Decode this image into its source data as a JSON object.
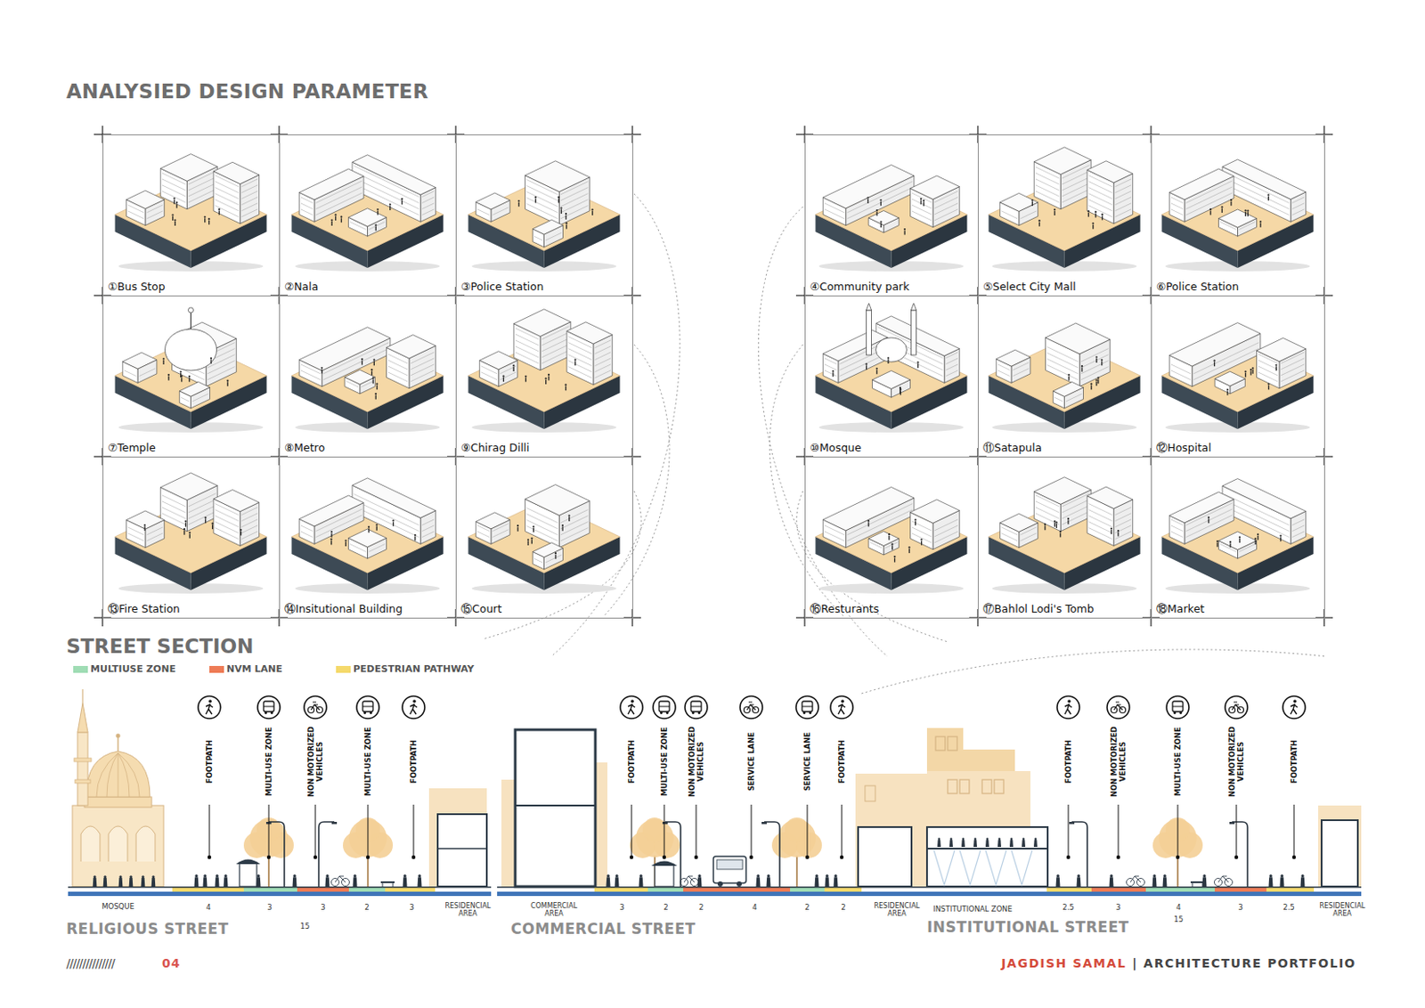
{
  "diagram": {
    "title": "ANALYSIED DESIGN PARAMETER",
    "nodes": [
      {
        "text": [
          "①Bus Stop"
        ]
      },
      {
        "text": [
          "②Nala"
        ]
      },
      {
        "text": [
          "③Police Station"
        ]
      },
      {
        "text": [
          "④Community park"
        ]
      },
      {
        "text": [
          "⑤Select City Mall"
        ]
      },
      {
        "text": [
          "⑥Police Station"
        ]
      },
      {
        "text": [
          "⑦Temple"
        ]
      },
      {
        "text": [
          "⑧Metro"
        ]
      },
      {
        "text": [
          "⑨Chirag Dilli"
        ]
      },
      {
        "text": [
          "⑩Mosque"
        ]
      },
      {
        "text": [
          "⑪Satapula"
        ]
      },
      {
        "text": [
          "⑫Hospital"
        ]
      },
      {
        "text": [
          "⑬Fire Station"
        ]
      },
      {
        "text": [
          "⑭Insitutional Building"
        ]
      },
      {
        "text": [
          "⑮Court"
        ]
      },
      {
        "text": [
          "⑯Resturants"
        ]
      },
      {
        "text": [
          "⑰Bahlol Lodi's Tomb"
        ]
      },
      {
        "text": [
          "⑱Market"
        ]
      }
    ],
    "labels": [
      "STREET SECTION",
      "FOOTPATH",
      "MULTI-USE ZONE",
      "NON MOTORIZED VEHICLES",
      "MULTI-USE ZONE",
      "FOOTPATH",
      "MOSQUE",
      "4",
      "3",
      "3",
      "2",
      "3",
      "RESIDENCIAL AREA",
      "15",
      "RELIGIOUS STREET",
      "FOOTPATH",
      "MULTI-USE ZONE",
      "NON MOTORIZED VEHICLES",
      "SERVICE LANE",
      "SERVICE LANE",
      "FOOTPATH",
      "COMMERCIAL AREA",
      "3",
      "2",
      "2",
      "4",
      "2",
      "2",
      "RESIDENCIAL AREA",
      "COMMERCIAL STREET",
      "FOOTPATH",
      "NON MOTORIZED VEHICLES",
      "MULTI-USE ZONE",
      "NON MOTORIZED VEHICLES",
      "FOOTPATH",
      "INSTITUTIONAL ZONE",
      "2.5",
      "3",
      "4",
      "3",
      "2.5",
      "15",
      "RESIDENCIAL AREA",
      "INSTITUTIONAL STREET",
      "///////////////",
      "04",
      "JAGDISH SAMAL",
      "| ARCHITECTURE PORTFOLIO"
    ],
    "legend": [
      {
        "text": "MULTIUSE ZONE",
        "color": "#9fdcb4"
      },
      {
        "text": "NVM LANE",
        "color": "#ee7b55"
      },
      {
        "text": "PEDESTRIAN PATHWAY",
        "color": "#f5d96b"
      }
    ]
  }
}
